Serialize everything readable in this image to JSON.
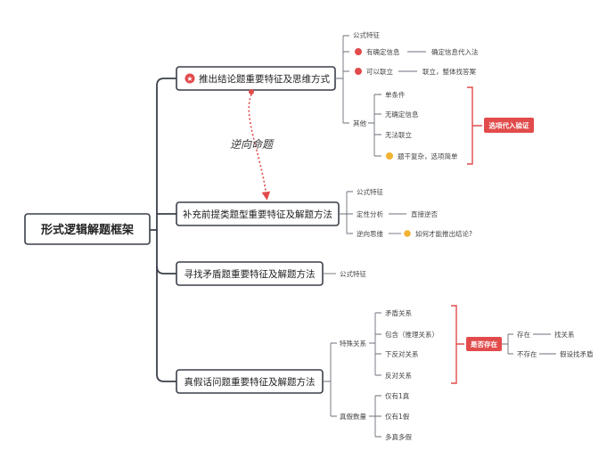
{
  "root": "形式逻辑解题框架",
  "branches": {
    "b1": {
      "label": "推出结论题重要特征及思维方式",
      "items": [
        "公式特征",
        "有确定信息",
        "确定信息代入法",
        "可以联立",
        "联立，整体找答案",
        "其他"
      ],
      "others": [
        "单条件",
        "无确定信息",
        "无法联立",
        "题干复杂，选项简单"
      ],
      "tag": "选项代入验证"
    },
    "b2": {
      "label": "补充前提类题型重要特征及解题方法",
      "items": [
        "公式特征",
        "定性分析",
        "直接逆否",
        "逆向思维",
        "如何才能推出结论?"
      ]
    },
    "b3": {
      "label": "寻找矛盾题重要特征及解题方法",
      "items": [
        "公式特征"
      ]
    },
    "b4": {
      "label": "真假话问题重要特征及解题方法",
      "special": "特殊关系",
      "relations": [
        "矛盾关系",
        "包含（推理关系）",
        "下反对关系",
        "反对关系"
      ],
      "tag": "是否存在",
      "exist": [
        "存在",
        "找关系",
        "不存在",
        "假设找矛盾"
      ],
      "count": "真假数量",
      "counts": [
        "仅有1真",
        "仅有1假",
        "多真多假"
      ]
    }
  },
  "annotation": "逆向命题"
}
